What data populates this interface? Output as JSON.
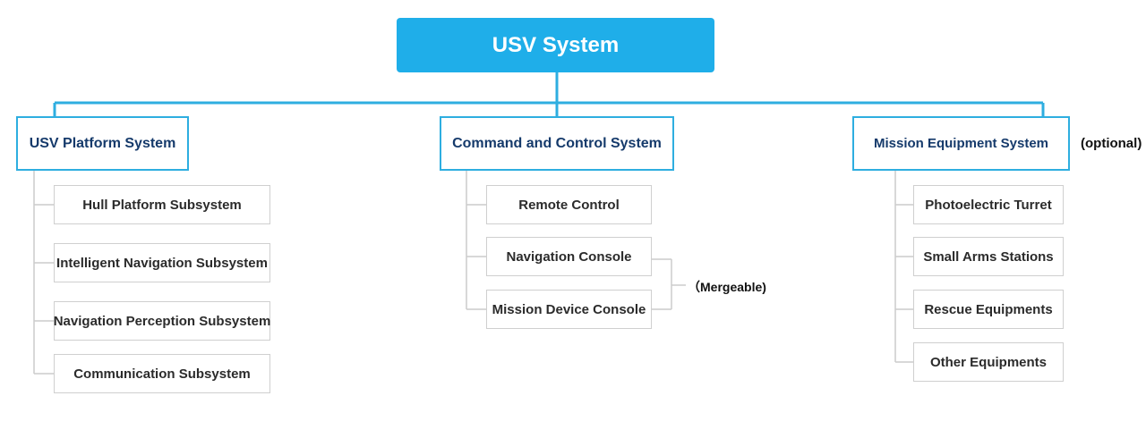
{
  "root": {
    "label": "USV System"
  },
  "note_mergeable": "（Mergeable)",
  "branches": [
    {
      "label": "USV Platform System",
      "children": [
        "Hull Platform Subsystem",
        "Intelligent Navigation Subsystem",
        "Navigation Perception Subsystem",
        "Communication Subsystem"
      ]
    },
    {
      "label": "Command and Control System",
      "children": [
        "Remote Control",
        "Navigation Console",
        "Mission Device Console"
      ]
    },
    {
      "label": "Mission Equipment System",
      "note": "(optional)",
      "children": [
        "Photoelectric Turret",
        "Small Arms Stations",
        "Rescue Equipments",
        "Other Equipments"
      ]
    }
  ],
  "colors": {
    "root_fill": "#1faee9",
    "branch_border": "#2eaee0",
    "branch_text": "#153a6b",
    "leaf_border": "#cfcfcf"
  }
}
